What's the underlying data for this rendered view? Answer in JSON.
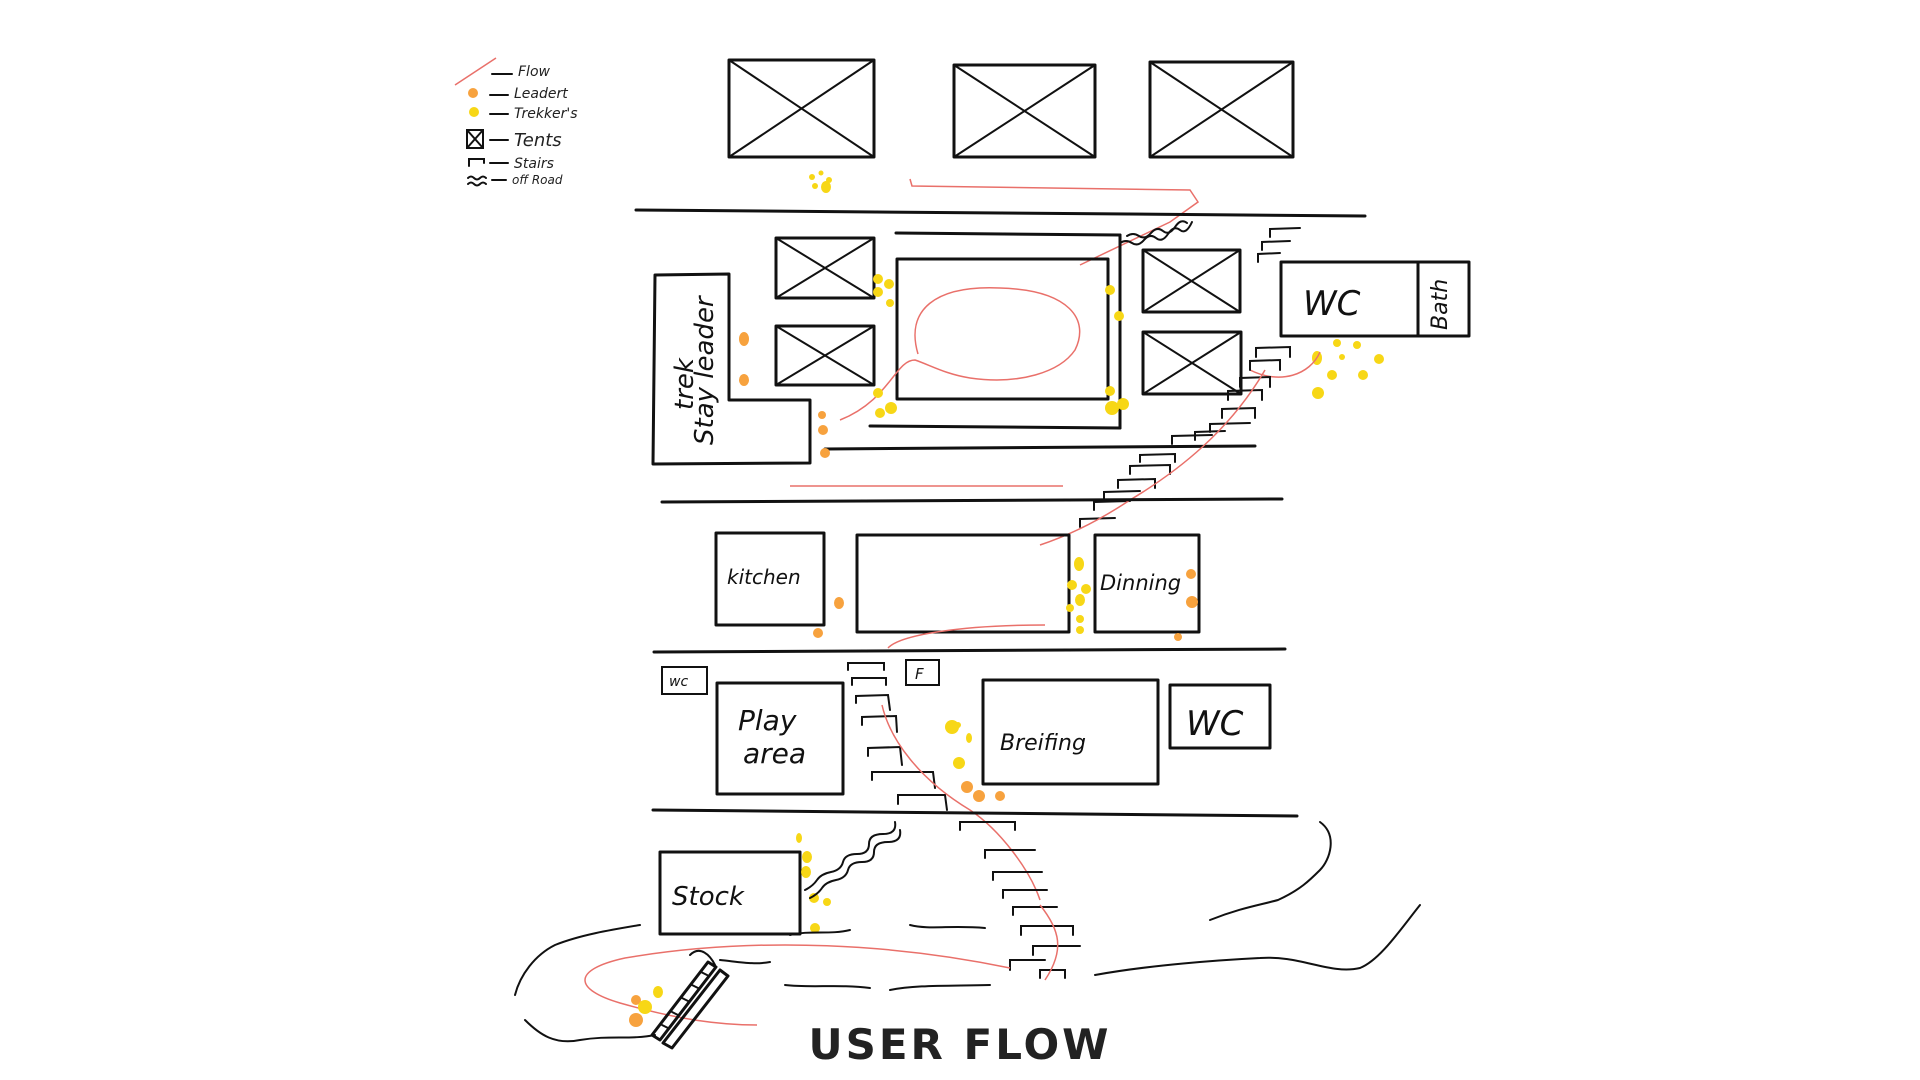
{
  "title": "USER FLOW",
  "colors": {
    "flow": "#e9706a",
    "leader": "#f7a23e",
    "trekker": "#f7d716",
    "ink": "#111111"
  },
  "legend": [
    {
      "symbol": "flow-line",
      "label": "Flow"
    },
    {
      "symbol": "orange-dot",
      "label": "Leadert"
    },
    {
      "symbol": "yellow-dot",
      "label": "Trekker's"
    },
    {
      "symbol": "tent-box",
      "label": "Tents"
    },
    {
      "symbol": "stair",
      "label": "Stairs"
    },
    {
      "symbol": "wavy-lines",
      "label": "off Road"
    }
  ],
  "rooms": {
    "trek_stay_leader": {
      "line1": "trek",
      "line2": "Stay leader"
    },
    "wc_top": "WC",
    "bath": "Bath",
    "kitchen": "kitchen",
    "dining": "Dinning",
    "wc_small": "wc",
    "first_aid": "F",
    "play_area": {
      "line1": "Play",
      "line2": "area"
    },
    "briefing": "Breifing",
    "wc_mid": "WC",
    "stock": "Stock"
  }
}
